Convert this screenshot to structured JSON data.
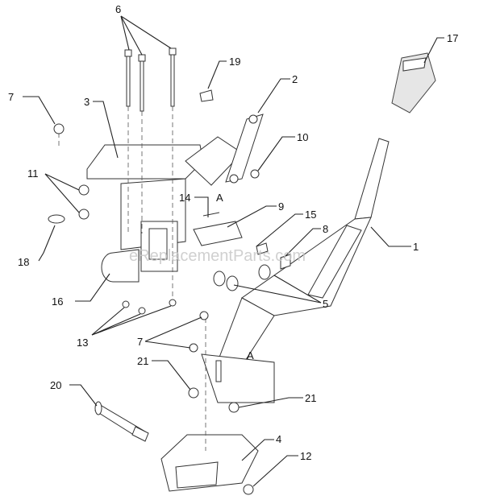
{
  "watermark": "eReplacementParts.com",
  "callouts": [
    {
      "id": "c1",
      "text": "1"
    },
    {
      "id": "c2",
      "text": "2"
    },
    {
      "id": "c3",
      "text": "3"
    },
    {
      "id": "c4",
      "text": "4"
    },
    {
      "id": "c5",
      "text": "5"
    },
    {
      "id": "c6",
      "text": "6"
    },
    {
      "id": "c7a",
      "text": "7"
    },
    {
      "id": "c7b",
      "text": "7"
    },
    {
      "id": "c8",
      "text": "8"
    },
    {
      "id": "c9",
      "text": "9"
    },
    {
      "id": "c10",
      "text": "10"
    },
    {
      "id": "c11",
      "text": "11"
    },
    {
      "id": "c12",
      "text": "12"
    },
    {
      "id": "c13",
      "text": "13"
    },
    {
      "id": "c14",
      "text": "14"
    },
    {
      "id": "c15",
      "text": "15"
    },
    {
      "id": "c16",
      "text": "16"
    },
    {
      "id": "c17",
      "text": "17"
    },
    {
      "id": "c18",
      "text": "18"
    },
    {
      "id": "c19",
      "text": "19"
    },
    {
      "id": "c20",
      "text": "20"
    },
    {
      "id": "c21a",
      "text": "21"
    },
    {
      "id": "c21b",
      "text": "21"
    }
  ],
  "ref_marks": [
    {
      "id": "a1",
      "text": "A"
    },
    {
      "id": "a2",
      "text": "A"
    }
  ]
}
